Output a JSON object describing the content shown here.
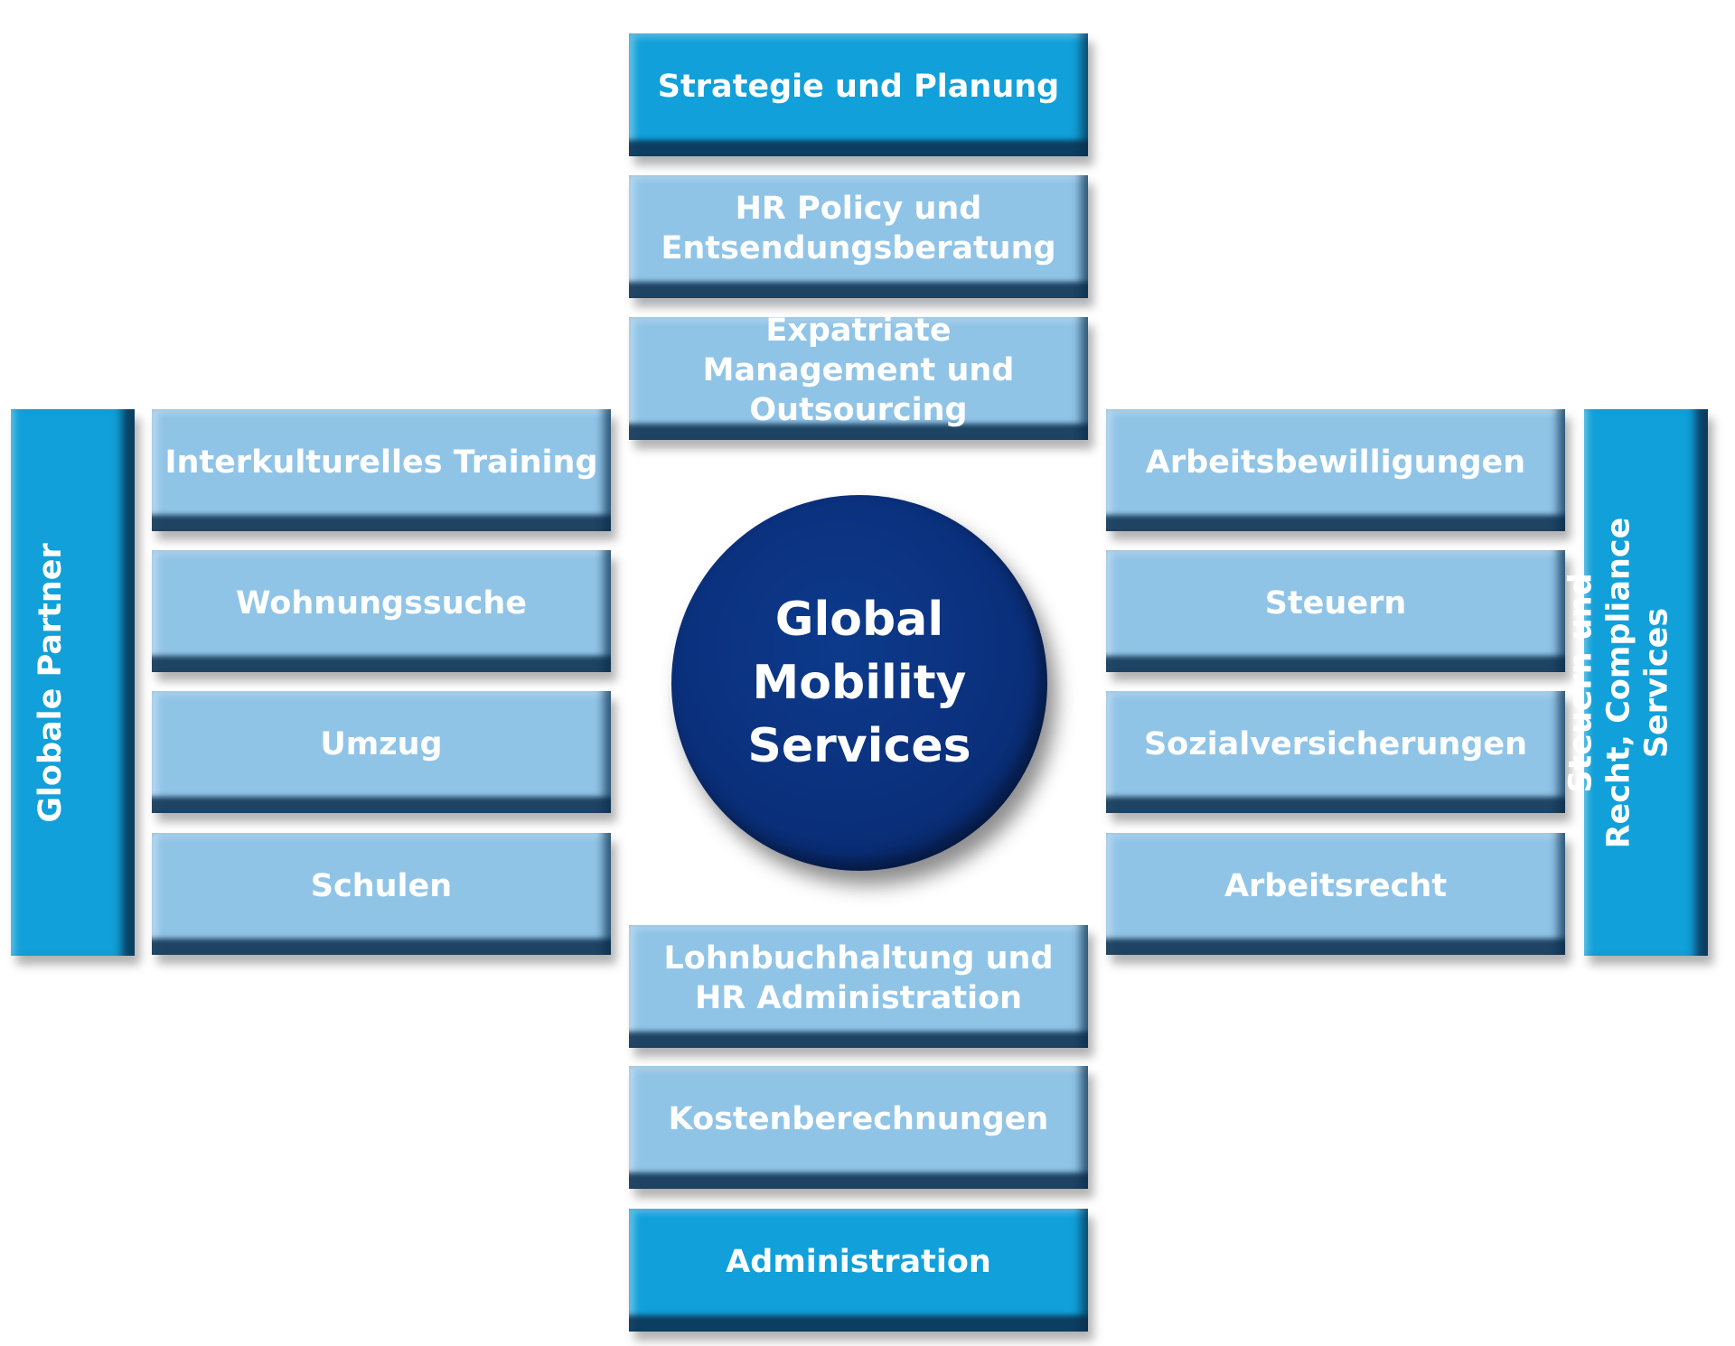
{
  "center": {
    "label": "Global\nMobility\nServices"
  },
  "top": [
    "Strategie und Planung",
    "HR Policy und Entsendungsberatung",
    "Expatriate Management und Outsourcing"
  ],
  "bottom": [
    "Lohnbuchhaltung und HR Administration",
    "Kostenberechnungen",
    "Administration"
  ],
  "left": {
    "title": "Globale Partner",
    "items": [
      "Interkulturelles Training",
      "Wohnungssuche",
      "Umzug",
      "Schulen"
    ]
  },
  "right": {
    "title": "Steuern und Recht, Compliance Services",
    "items": [
      "Arbeitsbewilligungen",
      "Steuern",
      "Sozialversicherungen",
      "Arbeitsrecht"
    ]
  },
  "colors": {
    "dark_box": "#11a0d9",
    "light_box": "#90c4e7",
    "circle": "#0a2f7a"
  }
}
